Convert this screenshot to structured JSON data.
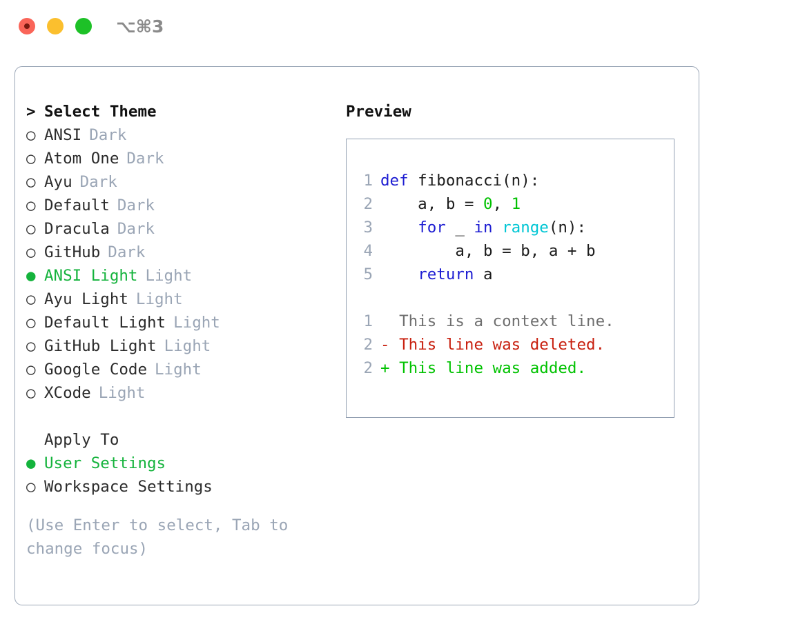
{
  "titlebar": {
    "shortcut": "⌥⌘3",
    "lights": [
      "close",
      "minimize",
      "maximize"
    ]
  },
  "colors": {
    "accent_green": "#14b33c",
    "muted": "#9aa5b5",
    "keyword_blue": "#1d1dd2",
    "function_cyan": "#00c6d4",
    "number_green": "#00c000",
    "diff_delete_red": "#c8200f",
    "diff_add_green": "#00c200",
    "border": "#9aa6b6"
  },
  "theme_picker": {
    "header_marker": ">",
    "header_label": "Select Theme",
    "marker_unselected": "○",
    "marker_selected": "●",
    "items": [
      {
        "marker": "○",
        "name": "ANSI",
        "kind": "Dark",
        "selected": false
      },
      {
        "marker": "○",
        "name": "Atom One",
        "kind": "Dark",
        "selected": false
      },
      {
        "marker": "○",
        "name": "Ayu",
        "kind": "Dark",
        "selected": false
      },
      {
        "marker": "○",
        "name": "Default",
        "kind": "Dark",
        "selected": false
      },
      {
        "marker": "○",
        "name": "Dracula",
        "kind": "Dark",
        "selected": false
      },
      {
        "marker": "○",
        "name": "GitHub",
        "kind": "Dark",
        "selected": false
      },
      {
        "marker": "●",
        "name": "ANSI Light",
        "kind": "Light",
        "selected": true
      },
      {
        "marker": "○",
        "name": "Ayu Light",
        "kind": "Light",
        "selected": false
      },
      {
        "marker": "○",
        "name": "Default Light",
        "kind": "Light",
        "selected": false
      },
      {
        "marker": "○",
        "name": "GitHub Light",
        "kind": "Light",
        "selected": false
      },
      {
        "marker": "○",
        "name": "Google Code",
        "kind": "Light",
        "selected": false
      },
      {
        "marker": "○",
        "name": "XCode",
        "kind": "Light",
        "selected": false
      }
    ]
  },
  "apply_to": {
    "label": "Apply To",
    "items": [
      {
        "marker": "●",
        "name": "User Settings",
        "selected": true
      },
      {
        "marker": "○",
        "name": "Workspace Settings",
        "selected": false
      }
    ]
  },
  "hint": "(Use Enter to select, Tab to change focus)",
  "preview": {
    "title": "Preview",
    "code_lines": [
      {
        "number": "1",
        "tokens": [
          {
            "text": "def",
            "type": "kw"
          },
          {
            "text": " fibonacci(n):",
            "type": "plain"
          }
        ]
      },
      {
        "number": "2",
        "tokens": [
          {
            "text": "    a, b = ",
            "type": "plain"
          },
          {
            "text": "0",
            "type": "num"
          },
          {
            "text": ", ",
            "type": "plain"
          },
          {
            "text": "1",
            "type": "num"
          }
        ]
      },
      {
        "number": "3",
        "tokens": [
          {
            "text": "    ",
            "type": "plain"
          },
          {
            "text": "for",
            "type": "kw"
          },
          {
            "text": " _ ",
            "type": "plain"
          },
          {
            "text": "in",
            "type": "kw"
          },
          {
            "text": " ",
            "type": "plain"
          },
          {
            "text": "range",
            "type": "fn"
          },
          {
            "text": "(n):",
            "type": "plain"
          }
        ]
      },
      {
        "number": "4",
        "tokens": [
          {
            "text": "        a, b = b, a + b",
            "type": "plain"
          }
        ]
      },
      {
        "number": "5",
        "tokens": [
          {
            "text": "    ",
            "type": "plain"
          },
          {
            "text": "return",
            "type": "kw"
          },
          {
            "text": " a",
            "type": "plain"
          }
        ]
      }
    ],
    "diff_lines": [
      {
        "number": "1",
        "sign": "  ",
        "text": "This is a context line.",
        "type": "ctx"
      },
      {
        "number": "2",
        "sign": "- ",
        "text": "This line was deleted.",
        "type": "del"
      },
      {
        "number": "2",
        "sign": "+ ",
        "text": "This line was added.",
        "type": "add"
      }
    ]
  }
}
